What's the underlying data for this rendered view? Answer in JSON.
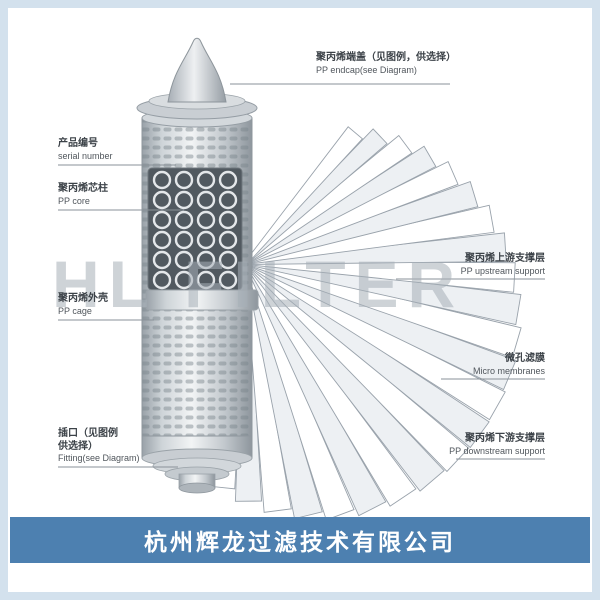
{
  "watermark": "HL FILTER",
  "footer": {
    "company": "杭州辉龙过滤技术有限公司"
  },
  "labels": {
    "endcap": {
      "zh": "聚丙烯端盖（见图例，供选择）",
      "en": "PP endcap(see Diagram)"
    },
    "serial": {
      "zh": "产品编号",
      "en": "serial number"
    },
    "core": {
      "zh": "聚丙烯芯柱",
      "en": "PP core"
    },
    "cage": {
      "zh": "聚丙烯外壳",
      "en": "PP cage"
    },
    "fitting": {
      "zh_line1": "插口（见图例",
      "zh_line2": "供选择）",
      "en": "Fitting(see Diagram)"
    },
    "upstream": {
      "zh": "聚丙烯上游支撑层",
      "en": "PP upstream support"
    },
    "membranes": {
      "zh": "微孔滤膜",
      "en": "Micro membranes"
    },
    "downstream": {
      "zh": "聚丙烯下游支撑层",
      "en": "PP downstream support"
    }
  },
  "colors": {
    "frame_border": "#d3e1ed",
    "footer_bar": "#4d80b0",
    "watermark": "#a7b0b8",
    "leader_line": "#8a9299"
  }
}
